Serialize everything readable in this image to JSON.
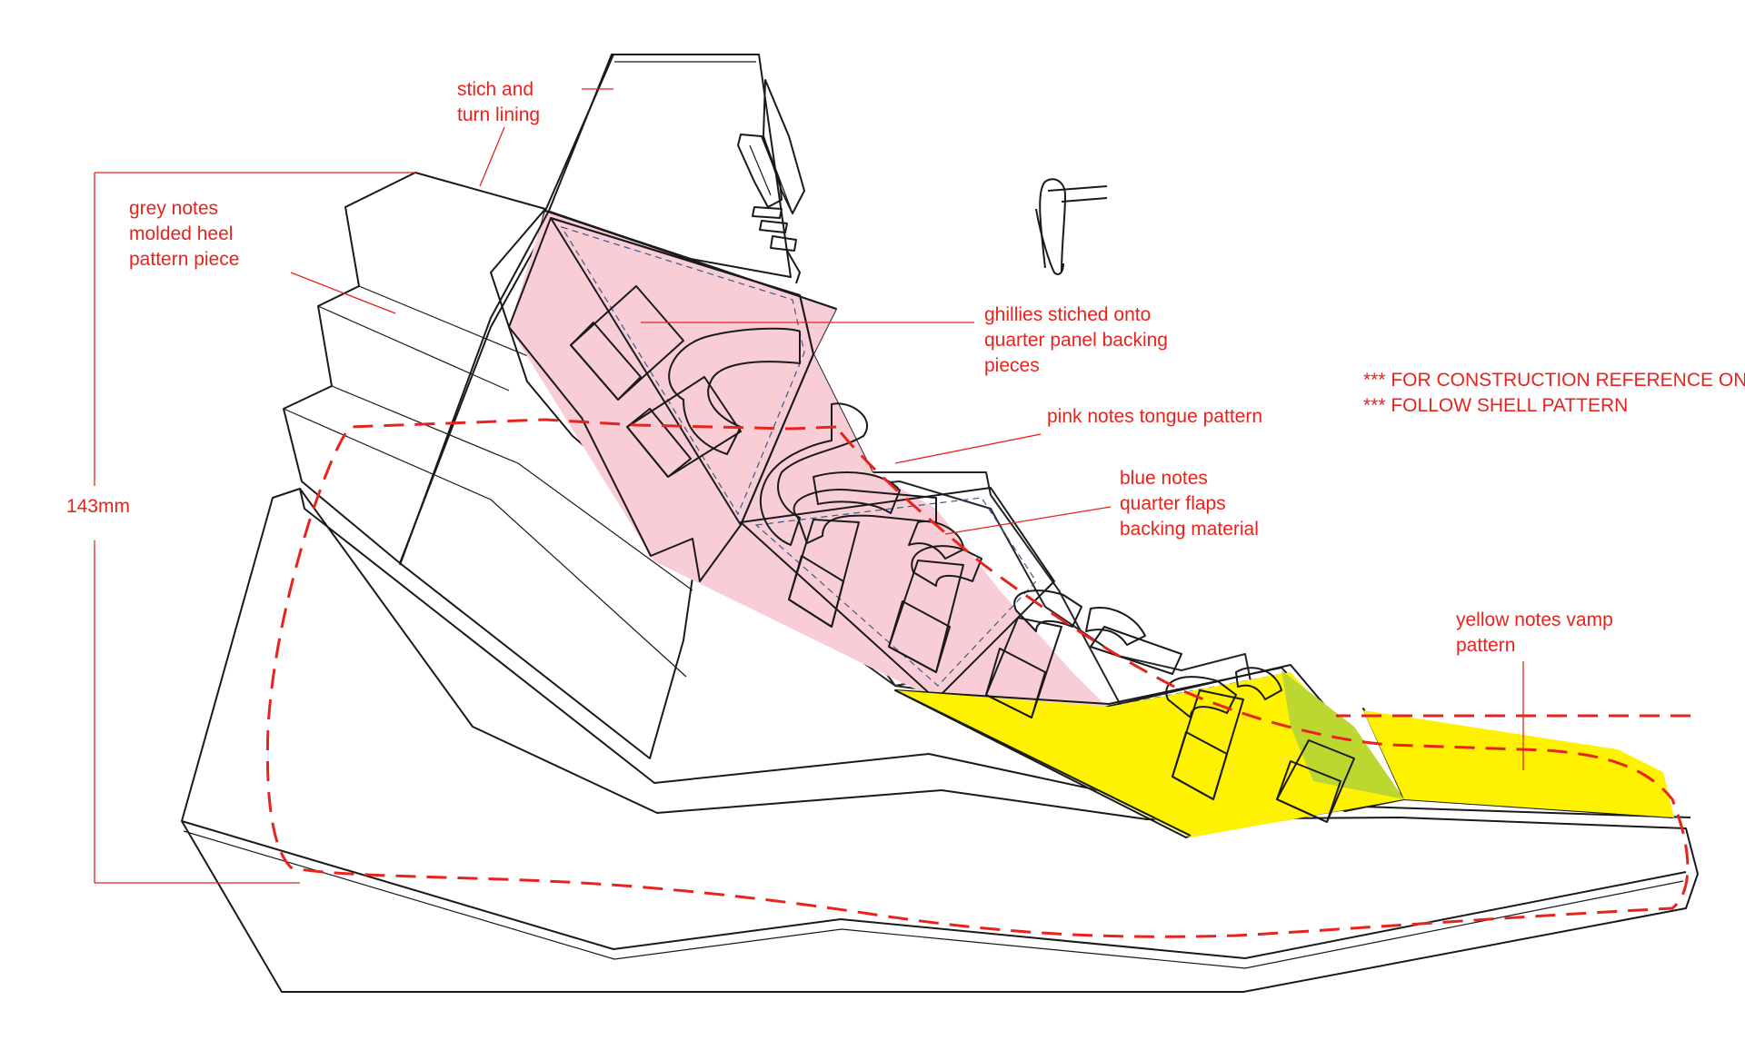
{
  "labels": {
    "stitch_lining_1": "stich and",
    "stitch_lining_2": "turn lining",
    "grey_1": "grey notes",
    "grey_2": "molded heel",
    "grey_3": "pattern piece",
    "ghillies_1": "ghillies stiched onto",
    "ghillies_2": "quarter panel backing",
    "ghillies_3": "pieces",
    "pink": "pink notes tongue pattern",
    "blue_1": "blue notes",
    "blue_2": "quarter flaps",
    "blue_3": "backing material",
    "yellow_1": "yellow notes vamp",
    "yellow_2": "pattern",
    "dimension": "143mm"
  },
  "notes": {
    "line1": "*** FOR CONSTRUCTION REFERENCE ONLY",
    "line2": "*** FOLLOW SHELL PATTERN"
  },
  "colors": {
    "annotation": "#e8231d",
    "grey_heel": "#d1d3d4",
    "pink_tongue": "#f9cdd5",
    "blue_flap": "#a6dcf4",
    "yellow_vamp": "#fff200",
    "outline": "#1a1a1a"
  }
}
